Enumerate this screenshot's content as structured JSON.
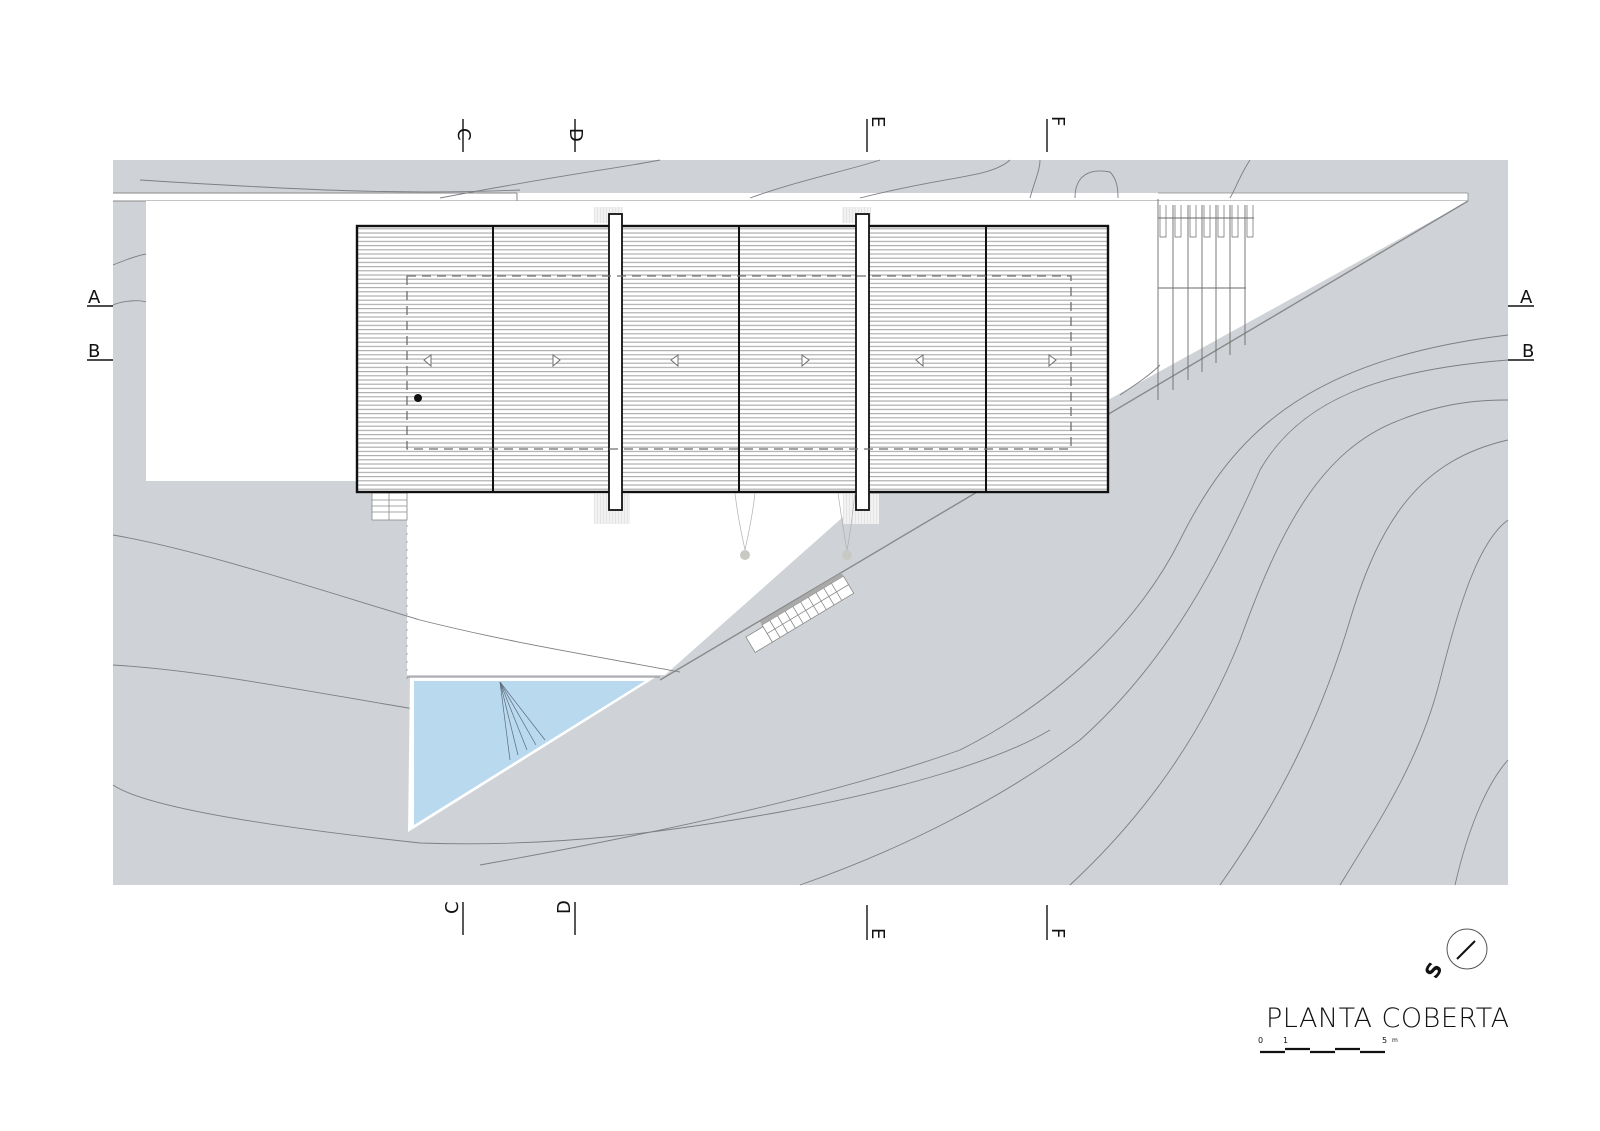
{
  "drawing": {
    "title": "PLANTA COBERTA",
    "north_label": "S",
    "scale_bar": {
      "labels": [
        "0",
        "1",
        "5"
      ],
      "unit": "m"
    },
    "section_markers": {
      "horizontal": [
        "A",
        "B"
      ],
      "vertical": [
        "C",
        "D",
        "E",
        "F"
      ]
    },
    "colors": {
      "terrain": "#cfd2d7",
      "pool": "#b9d9ef",
      "roof_line": "#9a9a9a",
      "outline": "#111111",
      "background": "#ffffff"
    }
  }
}
